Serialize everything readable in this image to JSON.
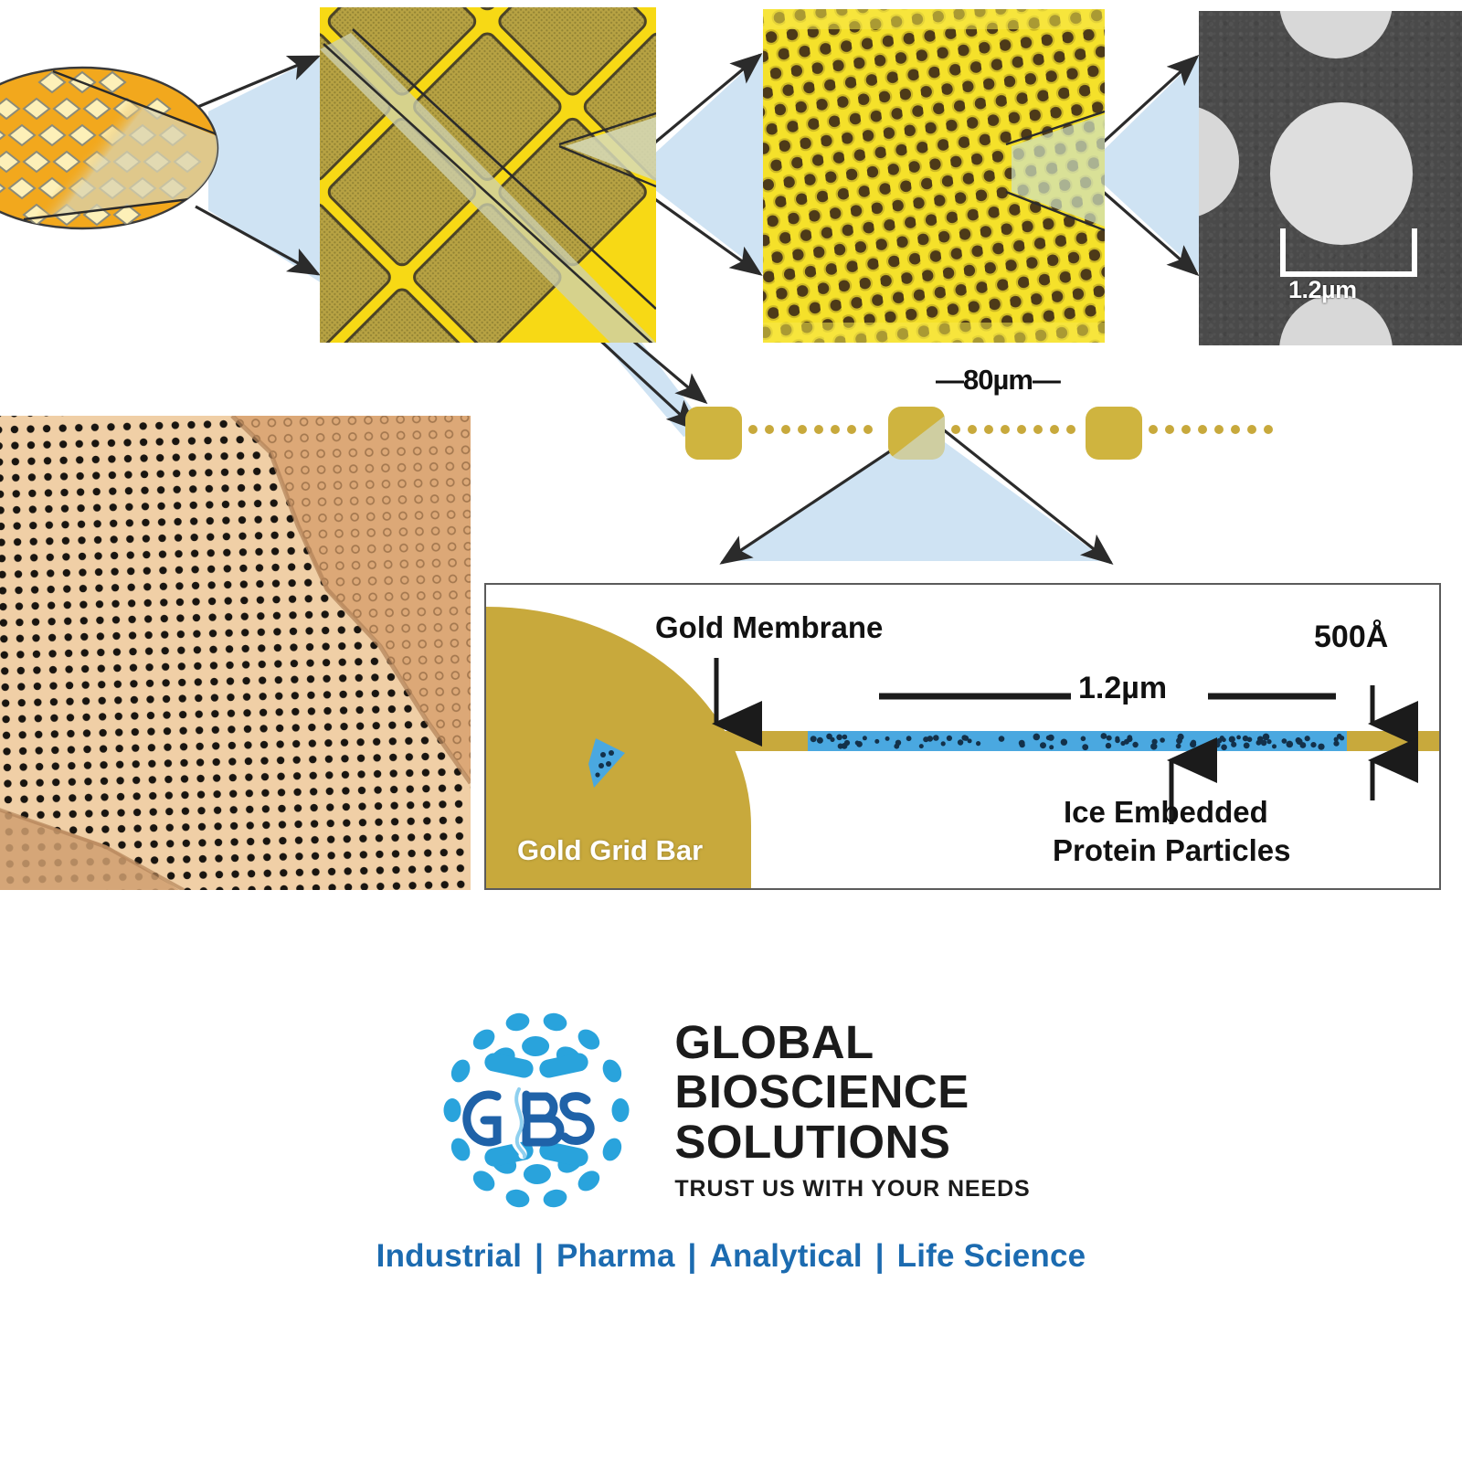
{
  "figure": {
    "title": "Cryo-EM gold grid magnification series",
    "panels": [
      {
        "id": "wafer",
        "name": "gold-wafer-overview"
      },
      {
        "id": "grid-bars",
        "name": "optical-micrograph-grid-bars"
      },
      {
        "id": "holey-film",
        "name": "holey-gold-film-macro"
      },
      {
        "id": "sem",
        "name": "sem-micrograph-holes"
      },
      {
        "id": "micrograph",
        "name": "holey-film-tem-micrograph"
      },
      {
        "id": "cross-section",
        "name": "grid-cross-section-diagram"
      }
    ],
    "scale_labels": {
      "sem_scalebar": "1.2µm",
      "grid_pitch": "—80µm—",
      "hole_width": "1.2µm",
      "membrane_thickness": "500Å"
    },
    "cross_section": {
      "gold_membrane": "Gold Membrane",
      "gold_grid_bar": "Gold Grid Bar",
      "ice_particles_line1": "Ice Embedded",
      "ice_particles_line2": "Protein Particles"
    }
  },
  "brand": {
    "name_line1": "GLOBAL",
    "name_line2": "BIOSCIENCE",
    "name_line3": "SOLUTIONS",
    "tagline": "TRUST US WITH YOUR NEEDS",
    "logo_monogram": "GBS",
    "sectors": [
      "Industrial",
      "Pharma",
      "Analytical",
      "Life Science"
    ],
    "separator": "|",
    "colors": {
      "logo_blue": "#29a3dc",
      "monogram_blue": "#1f62a8",
      "sector_blue": "#1c6bb0",
      "text_black": "#1b1b1b"
    }
  },
  "palette": {
    "gold_wafer": "#f2a81d",
    "gold_bar": "#cfb43f",
    "gold_membrane": "#c8a93c",
    "bright_yellow": "#f5e12a",
    "ice_blue": "#4aa8e0",
    "cone_blue": "#cfe3f3",
    "sem_background": "#4a4a4a",
    "sem_hole": "#d8d8d8",
    "micrograph_tan": "#e0b183",
    "outline": "#2b2b2b"
  }
}
